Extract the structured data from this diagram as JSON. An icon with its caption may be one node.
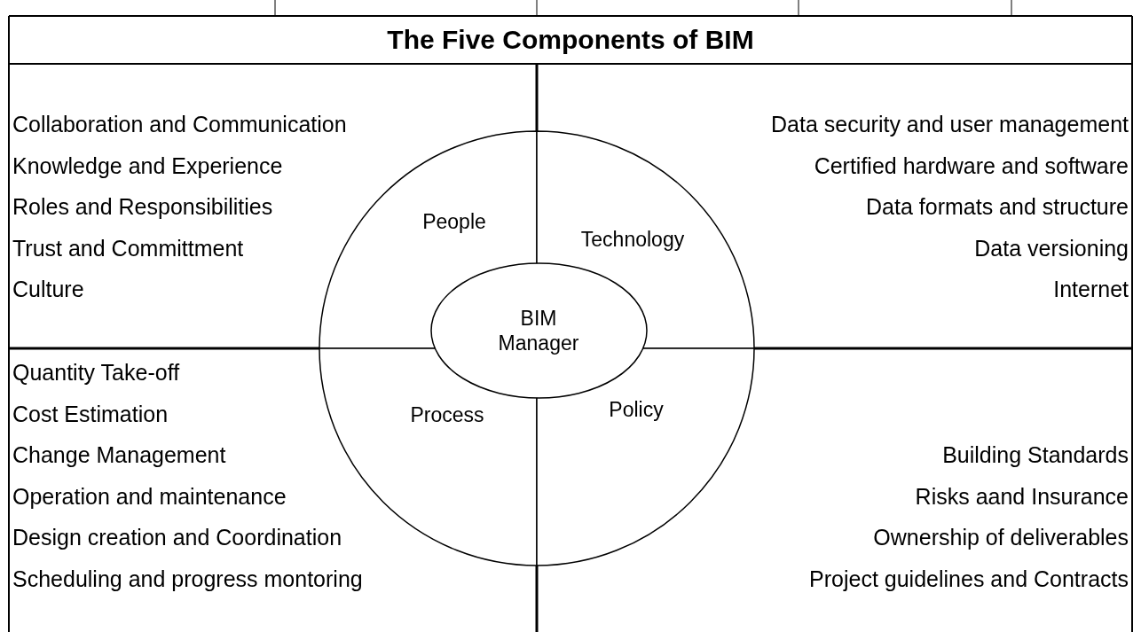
{
  "diagram": {
    "title": "The Five Components of BIM",
    "nodes": [
      {
        "text": [
          "People"
        ]
      },
      {
        "text": [
          "Technology"
        ]
      },
      {
        "text": [
          "Process"
        ]
      },
      {
        "text": [
          "Policy"
        ]
      },
      {
        "text": [
          "BIM Manager"
        ]
      }
    ],
    "labels": [
      "Collaboration and Communication",
      "Knowledge and Experience",
      "Roles and Responsibilities",
      "Trust and Committment",
      "Culture",
      "Data security and user management",
      "Certified hardware and software",
      "Data formats and structure",
      "Data versioning",
      "Internet",
      "Quantity Take-off",
      "Cost Estimation",
      "Change Management",
      "Operation and maintenance",
      "Design creation and Coordination",
      "Scheduling and progress montoring",
      "Building Standards",
      "Risks aand Insurance",
      "Ownership of deliverables",
      "Project guidelines and Contracts"
    ]
  }
}
